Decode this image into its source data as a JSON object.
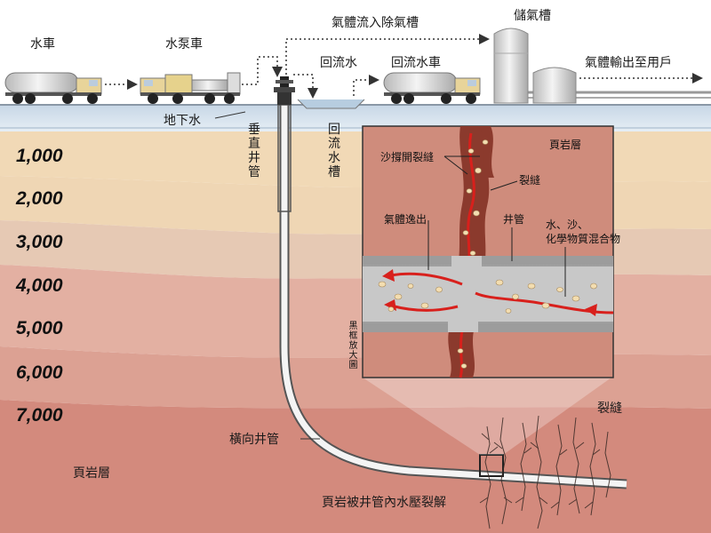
{
  "labels": {
    "water_truck": "水車",
    "pump_truck": "水泵車",
    "gas_to_tank": "氣體流入除氣槽",
    "storage_tank": "儲氣槽",
    "flowback_water": "回流水",
    "flowback_truck": "回流水車",
    "gas_to_users": "氣體輸出至用戶",
    "groundwater": "地下水",
    "vertical_well": "垂直井管",
    "flowback_tank": "回流水槽",
    "horizontal_well": "橫向井管",
    "shale_bottom": "頁岩層",
    "fractures": "裂縫",
    "caption": "頁岩被井管內水壓裂解",
    "magnify_note": "黑框放大圖"
  },
  "depths": [
    "1,000",
    "2,000",
    "3,000",
    "4,000",
    "5,000",
    "6,000",
    "7,000"
  ],
  "inset": {
    "shale": "頁岩層",
    "propped_fractures": "沙撐開裂縫",
    "fracture": "裂縫",
    "gas_escape": "氣體逸出",
    "well_pipe": "井管",
    "mixture_line1": "水、沙、",
    "mixture_line2": "化學物質混合物"
  },
  "colors": {
    "layer1": "#f1d9b6",
    "layer2": "#e8cdb2",
    "layer3": "#e6b7a5",
    "layer4": "#dea295",
    "shale": "#d28579",
    "inset_bg": "#cf8c7c",
    "fracture": "#8b3a2d",
    "flow": "#d8201c"
  }
}
